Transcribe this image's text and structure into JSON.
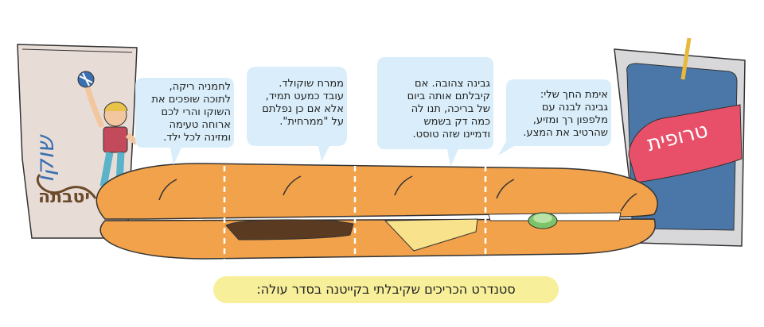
{
  "bubbles": [
    {
      "id": "bread",
      "text": "לחמניה ריקה,\nלתוכה שופכים את\nהשוקו והרי לכם\nארוחה טעימה\nומזינה לכל ילד."
    },
    {
      "id": "chocolate",
      "text": "ממרח שוקולד.\nעובד כמעט תמיד,\nאלא אם כן נפלתם\nעל \"ממרחית\"."
    },
    {
      "id": "yellow-cheese",
      "text": "גבינה צהובה. אם\nקיבלתם אותה ביום\nשל בריכה, תנו לה\nכמה דק בשמש\nודמיינו שזה טוסט."
    },
    {
      "id": "white-cheese",
      "text": "אימת החך שלי:\nגבינה לבנה עם\nמלפפון רך ומזיע,\nשהרטיב את המצע."
    }
  ],
  "caption": "סטנדרט הכריכים שקיבלתי בקייטנה בסדר עולה:",
  "products": {
    "chocolate_milk_bag": "שוקו",
    "chocolate_milk_bag_brand": "יטבתה",
    "juice_pack": "טרופית"
  },
  "colors": {
    "bubble": "#d9eefa",
    "bread": "#f2a24a",
    "chocolate": "#5a3a20",
    "yellow_cheese": "#f8e28c",
    "cucumber": "#7cc36a",
    "juice_pack": "#4a77a8",
    "juice_label": "#e8506a",
    "caption_bg": "#f7ef9a",
    "milk_bag": "#e8dcd7"
  }
}
